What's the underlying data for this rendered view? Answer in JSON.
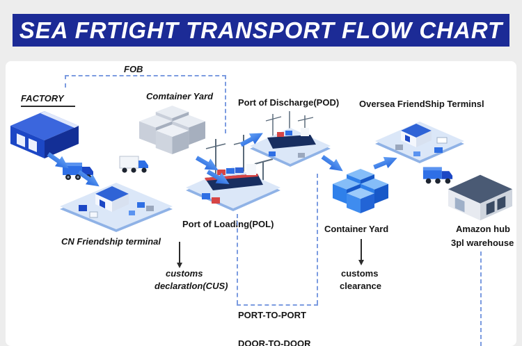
{
  "title": {
    "text": "SEA FRTIGHT TRANSPORT FLOW CHART"
  },
  "flow": {
    "fob_label": "FOB",
    "factory_label": "FACTORY",
    "container_yard_left_label": "Comtainer Yard",
    "port_of_discharge_label": "Port of Discharge(POD)",
    "oversea_terminal_label": "Oversea FriendShip Terminsl",
    "cn_terminal_label": "CN Friendship terminal",
    "port_of_loading_label": "Port of Loading(POL)",
    "container_yard_right_label": "Container Yard",
    "amazon_hub_line1": "Amazon hub",
    "amazon_hub_line2": "3pl warehouse",
    "customs_declaration_line1": "customs",
    "customs_declaration_line2": "declaratlon(CUS)",
    "customs_clearance_line1": "customs",
    "customs_clearance_line2": "clearance",
    "port_to_port_label": "PORT-TO-PORT",
    "door_to_door_label": "DOOR-TO-DOOR"
  },
  "icons": {
    "factory": "factory-building-icon",
    "factory_truck": "cargo-truck-icon",
    "container_stack_gray": "gray-container-stack-icon",
    "yard_truck": "yard-truck-icon",
    "cn_terminal": "terminal-platform-icon",
    "pol_port": "port-with-ship-icon",
    "pod_port": "port-with-ship-icon",
    "container_stack_blue": "blue-container-stack-icon",
    "oversea_terminal": "terminal-platform-icon",
    "oversea_truck": "cargo-truck-icon",
    "warehouse": "warehouse-building-icon"
  },
  "colors": {
    "page_bg": "#ededed",
    "banner_bg": "#1c2b96",
    "banner_text": "#ffffff",
    "panel_bg": "#ffffff",
    "arrow_blue": "#2f76e8",
    "dash_blue": "#7b9be0",
    "label_text": "#151515"
  }
}
